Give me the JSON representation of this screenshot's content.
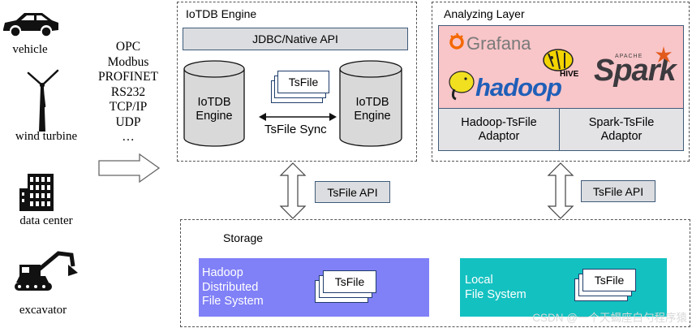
{
  "sources": [
    {
      "label": "vehicle",
      "icon": "car-icon"
    },
    {
      "label": "wind turbine",
      "icon": "wind-turbine-icon"
    },
    {
      "label": "data center",
      "icon": "building-icon"
    },
    {
      "label": "excavator",
      "icon": "excavator-icon"
    }
  ],
  "protocols": [
    "OPC",
    "Modbus",
    "PROFINET",
    "RS232",
    "TCP/IP",
    "UDP",
    "…"
  ],
  "engine": {
    "title": "IoTDB Engine",
    "api_bar": "JDBC/Native API",
    "left_db": [
      "IoTDB",
      "Engine"
    ],
    "right_db": [
      "IoTDB",
      "Engine"
    ],
    "tsfile": "TsFile",
    "sync": "TsFile Sync"
  },
  "analyzing": {
    "title": "Analyzing Layer",
    "tools": {
      "grafana": "Grafana",
      "hadoop": "hadoop",
      "hive": "HIVE",
      "spark": "Spark",
      "spark_small": "APACHE"
    },
    "hadoop_adaptor": [
      "Hadoop-TsFile",
      "Adaptor"
    ],
    "spark_adaptor": [
      "Spark-TsFile",
      "Adaptor"
    ]
  },
  "tsfile_api_left": "TsFile API",
  "tsfile_api_right": "TsFile API",
  "storage": {
    "title": "Storage",
    "hdfs": [
      "Hadoop",
      "Distributed",
      "File System"
    ],
    "hdfs_file": "TsFile",
    "local": [
      "Local",
      "File System"
    ],
    "local_file": "TsFile"
  },
  "watermark": "CSDN @一个天蝎座白勺程序猿",
  "colors": {
    "hdfs": "#8080f7",
    "local": "#14c1c1",
    "analyzing_bg": "#f8c5c8",
    "api_bar": "#dcdde0"
  }
}
